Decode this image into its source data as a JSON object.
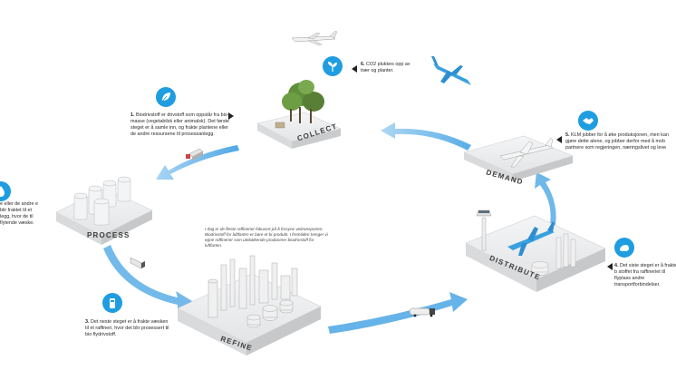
{
  "stations": {
    "collect": "COLLECT",
    "process": "PROCESS",
    "refine": "REFINE",
    "distribute": "DISTRIBUTE",
    "demand": "DEMAND"
  },
  "steps": {
    "step1": {
      "num": "1.",
      "text": "Biodrivstoff er drivstoff som oppstår fra bio-masse (vegetabilsk eller animalsk). Det første steget er å samle inn, og frakte plantene eller de andre ressursene til prosessanlegg."
    },
    "step2": {
      "text": "e eller de andre e blir fraktet til et legg, hvor de til flytende væske."
    },
    "step3": {
      "num": "3.",
      "text": "Det neste steget er å frakte væsken til et raffineri, hvor det blir prosessert til bio flydrivstoff."
    },
    "step4": {
      "num": "4.",
      "text": "Det siste steget er å frakte b stoffet fra raffineriet til flyplass andre transportforbindelser."
    },
    "step5": {
      "num": "5.",
      "text": "KLM jobber for å øke produksjonen, men kan gjøre dette alene, og jobber derfor med å mob partnere som regjeringen, næringslivet og leve"
    },
    "step6": {
      "num": "6.",
      "text": "CO2 plukkes opp av trær og planter."
    }
  },
  "refine_note": "I dag er de fleste raffinerier fokusert på å forsyne veitransporten. Biodrivstoff for luftfarten er bare et bi-produkt. I fremtiden trenger vi egne raffinerier som utelukkende produserer biodrivstoff for luftfarten.",
  "icons": [
    "leaf-icon",
    "plant-icon",
    "bottle-icon",
    "fuel-drop-icon",
    "handshake-icon",
    "seedling-icon"
  ],
  "colors": {
    "accent": "#1f9de0",
    "arrow": "#6fb9ea",
    "platform": "#e9eaeb",
    "plane_klm": "#3aa0df"
  }
}
